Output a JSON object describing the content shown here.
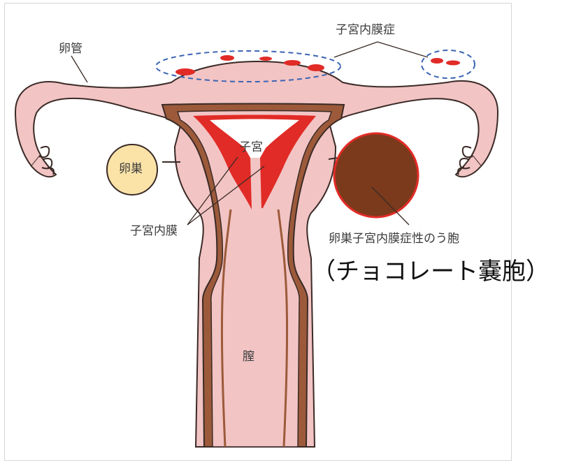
{
  "labels": {
    "fallopian_tube": "卵管",
    "endometriosis": "子宮内膜症",
    "uterus": "子宮",
    "ovary": "卵巣",
    "endometrium": "子宮内膜",
    "ovarian_cyst": "卵巣子宮内膜症性のう胞",
    "chocolate_cyst": "（チョコレート嚢胞）",
    "vagina": "膣"
  },
  "colors": {
    "tissue": "#f2c4c4",
    "outline": "#3a2a26",
    "muscle": "#9c5a3a",
    "endometrium": "#e12b26",
    "cyst": "#7b3a1c",
    "ovary": "#fbe3a8",
    "dashed_circle": "#3a64b4"
  }
}
